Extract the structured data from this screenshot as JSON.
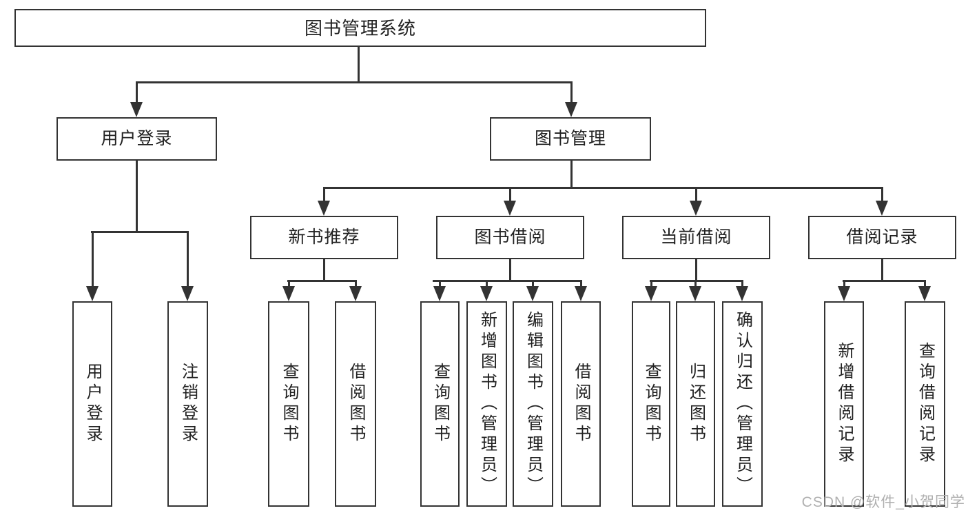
{
  "diagram": {
    "title": "图书管理系统",
    "root": {
      "label": "图书管理系统"
    },
    "level2": {
      "login": {
        "label": "用户登录"
      },
      "mgmt": {
        "label": "图书管理"
      }
    },
    "level3": {
      "rec": {
        "label": "新书推荐"
      },
      "borrow": {
        "label": "图书借阅"
      },
      "current": {
        "label": "当前借阅"
      },
      "record": {
        "label": "借阅记录"
      }
    },
    "leaves": {
      "login": [
        "用户登录",
        "注销登录"
      ],
      "rec": [
        "查询图书",
        "借阅图书"
      ],
      "borrow": [
        "查询图书",
        "新增图书（管理员）",
        "编辑图书（管理员）",
        "借阅图书"
      ],
      "current": [
        "查询图书",
        "归还图书",
        "确认归还（管理员）"
      ],
      "record": [
        "新增借阅记录",
        "查询借阅记录"
      ]
    }
  },
  "watermark": "CSDN @软件_小贺同学",
  "colors": {
    "line": "#333333",
    "text": "#212121",
    "watermark": "#b0b0b0",
    "background": "#ffffff"
  }
}
